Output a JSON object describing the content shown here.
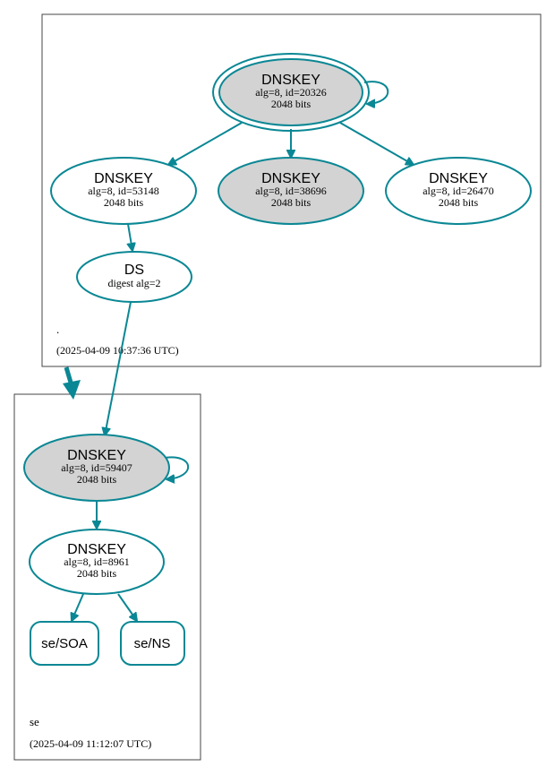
{
  "zones": {
    "root": {
      "label": ".",
      "timestamp": "(2025-04-09 10:37:36 UTC)"
    },
    "se": {
      "label": "se",
      "timestamp": "(2025-04-09 11:12:07 UTC)"
    }
  },
  "nodes": {
    "root_ksk": {
      "title": "DNSKEY",
      "line1": "alg=8, id=20326",
      "line2": "2048 bits"
    },
    "root_zsk_53148": {
      "title": "DNSKEY",
      "line1": "alg=8, id=53148",
      "line2": "2048 bits"
    },
    "root_ksk_38696": {
      "title": "DNSKEY",
      "line1": "alg=8, id=38696",
      "line2": "2048 bits"
    },
    "root_zsk_26470": {
      "title": "DNSKEY",
      "line1": "alg=8, id=26470",
      "line2": "2048 bits"
    },
    "root_ds": {
      "title": "DS",
      "line1": "digest alg=2"
    },
    "se_ksk": {
      "title": "DNSKEY",
      "line1": "alg=8, id=59407",
      "line2": "2048 bits"
    },
    "se_zsk": {
      "title": "DNSKEY",
      "line1": "alg=8, id=8961",
      "line2": "2048 bits"
    },
    "se_soa": {
      "label": "se/SOA"
    },
    "se_ns": {
      "label": "se/NS"
    }
  },
  "colors": {
    "edge": "#0a8794",
    "sep_fill": "#d3d3d3",
    "zsk_fill": "#ffffff"
  }
}
